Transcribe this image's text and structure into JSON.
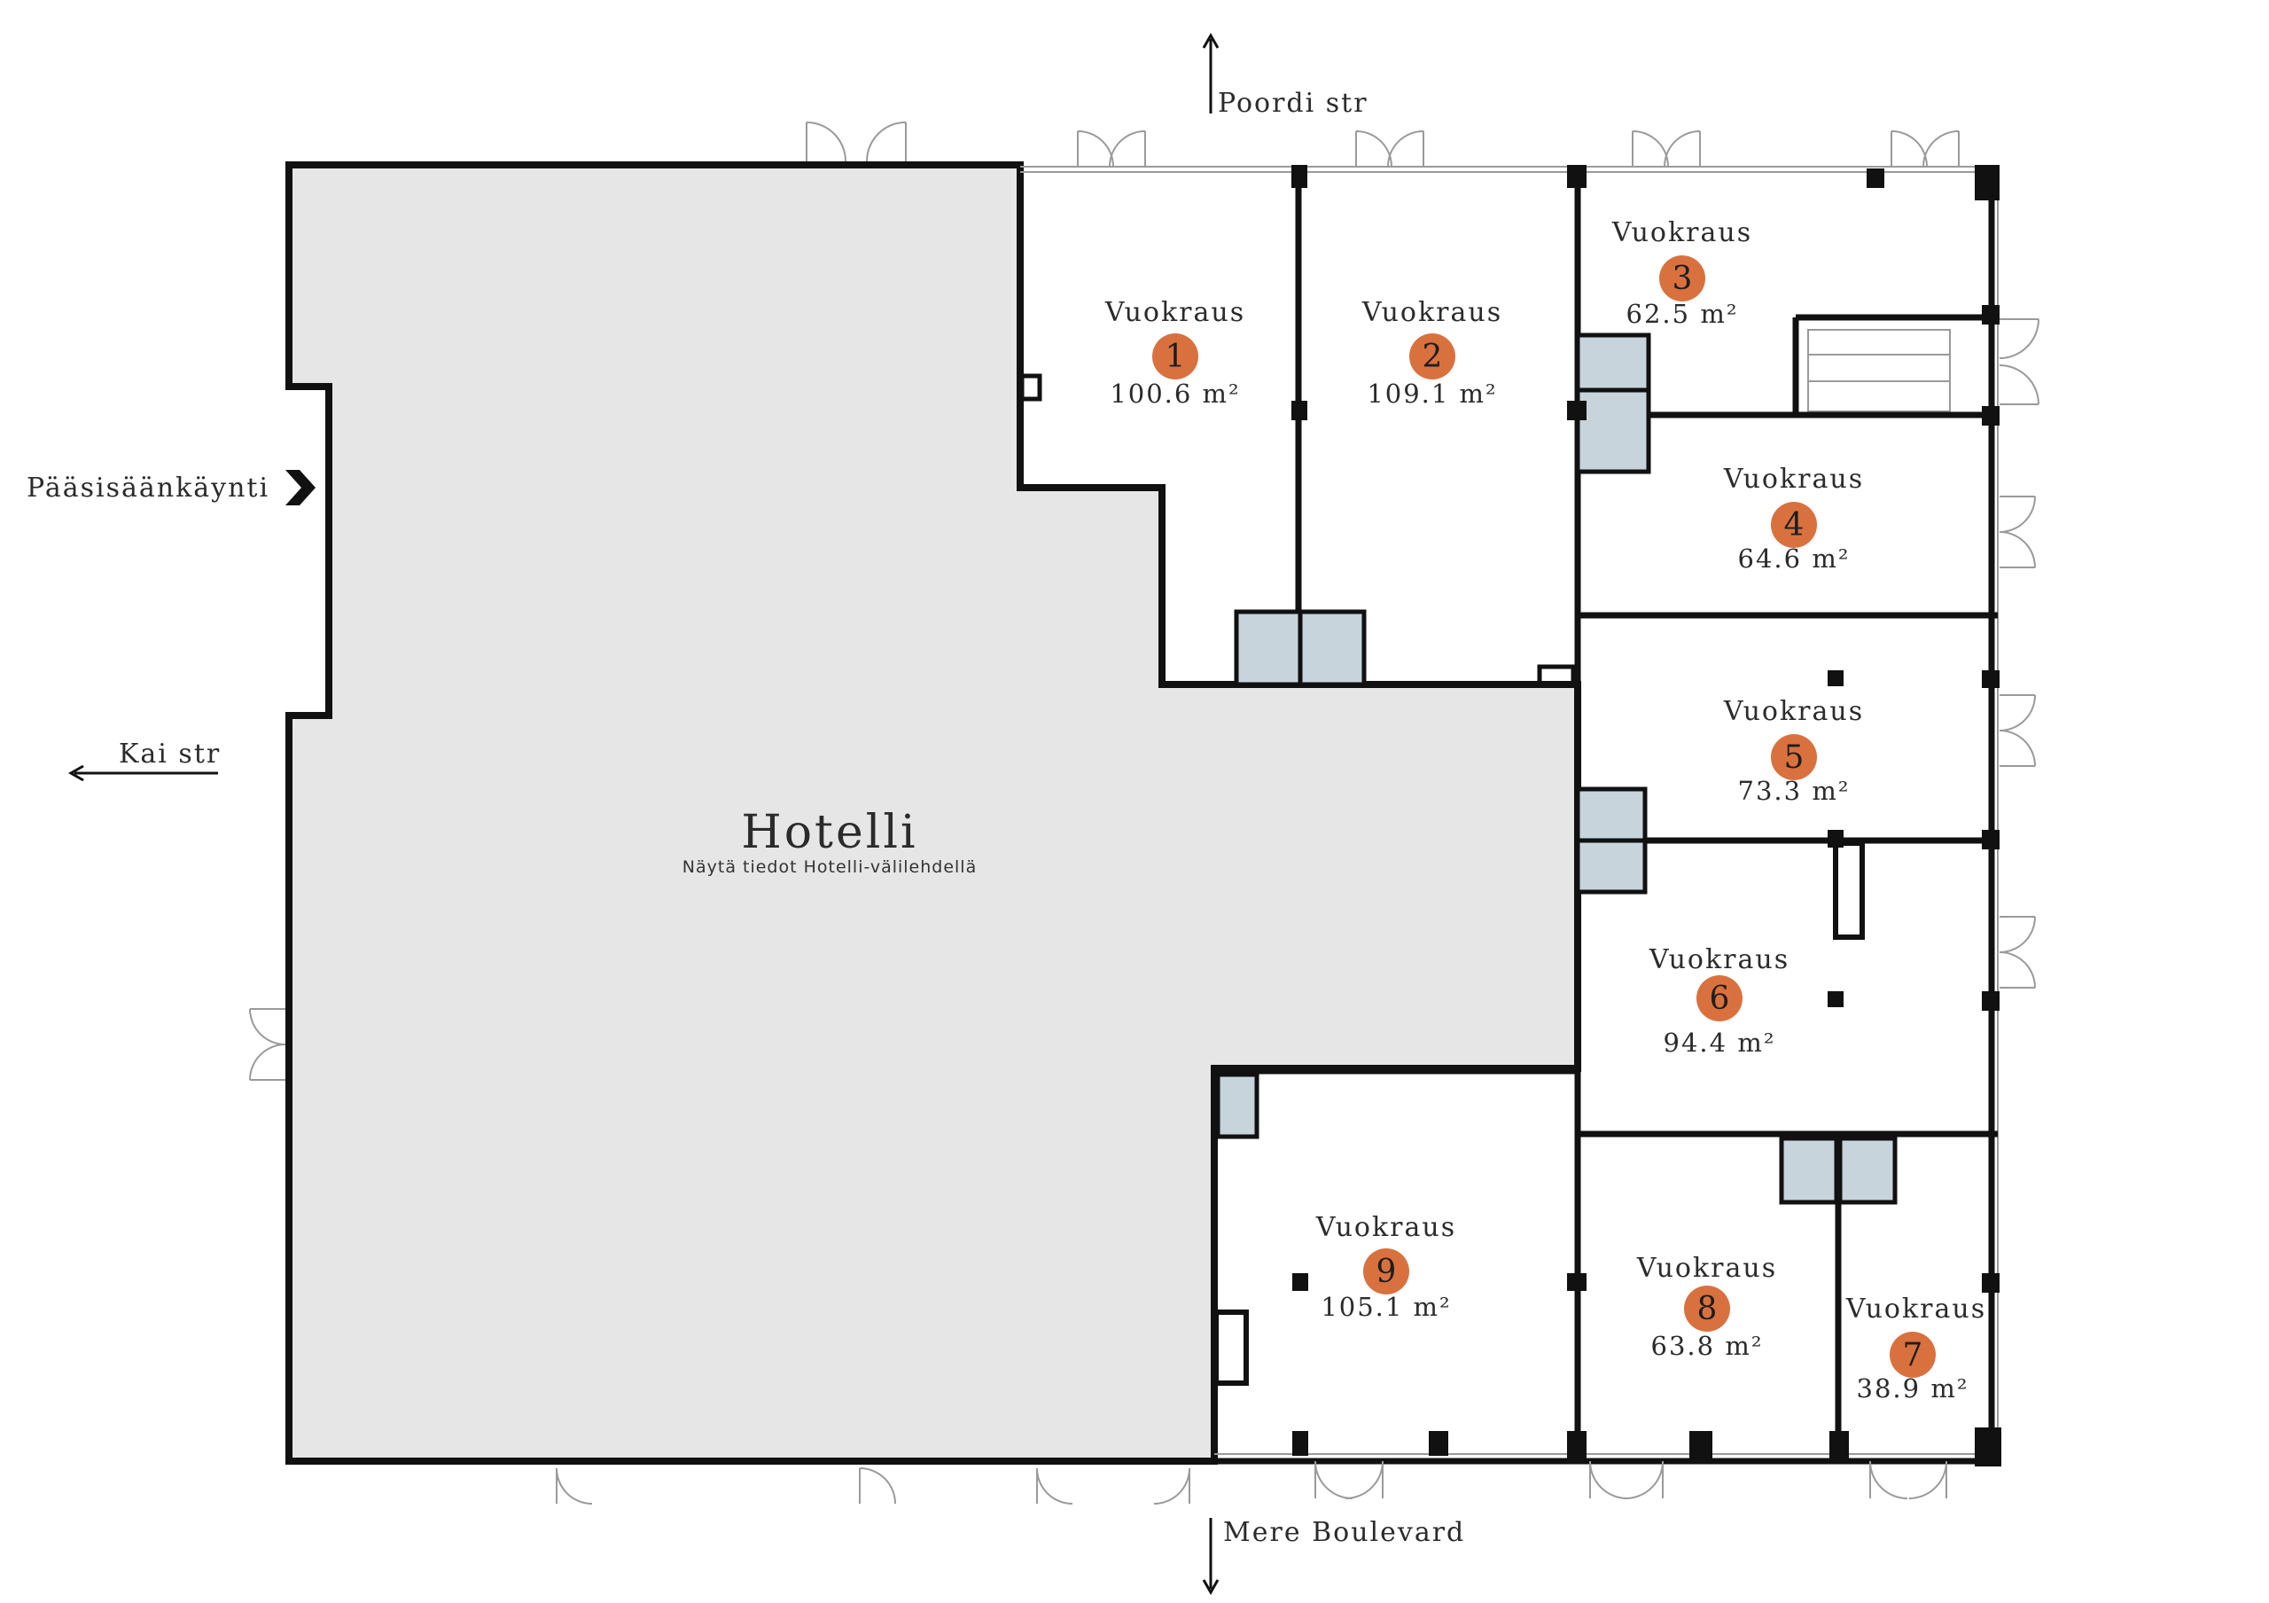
{
  "streets": {
    "north": "Poordi str",
    "west": "Kai str",
    "south": "Mere Boulevard",
    "entrance": "Pääsisäänkäynti"
  },
  "hotel": {
    "title": "Hotelli",
    "subtitle": "Näytä tiedot Hotelli-välilehdellä"
  },
  "units": [
    {
      "number": "1",
      "label": "Vuokraus",
      "area": "100.6 m²"
    },
    {
      "number": "2",
      "label": "Vuokraus",
      "area": "109.1 m²"
    },
    {
      "number": "3",
      "label": "Vuokraus",
      "area": "62.5 m²"
    },
    {
      "number": "4",
      "label": "Vuokraus",
      "area": "64.6 m²"
    },
    {
      "number": "5",
      "label": "Vuokraus",
      "area": "73.3 m²"
    },
    {
      "number": "6",
      "label": "Vuokraus",
      "area": "94.4 m²"
    },
    {
      "number": "7",
      "label": "Vuokraus",
      "area": "38.9 m²"
    },
    {
      "number": "8",
      "label": "Vuokraus",
      "area": "63.8 m²"
    },
    {
      "number": "9",
      "label": "Vuokraus",
      "area": "105.1 m²"
    }
  ],
  "colors": {
    "badge": "#d9713f",
    "hotel_fill": "#e6e6e6",
    "wall": "#111111",
    "wc_fill": "#c7d4dc"
  }
}
